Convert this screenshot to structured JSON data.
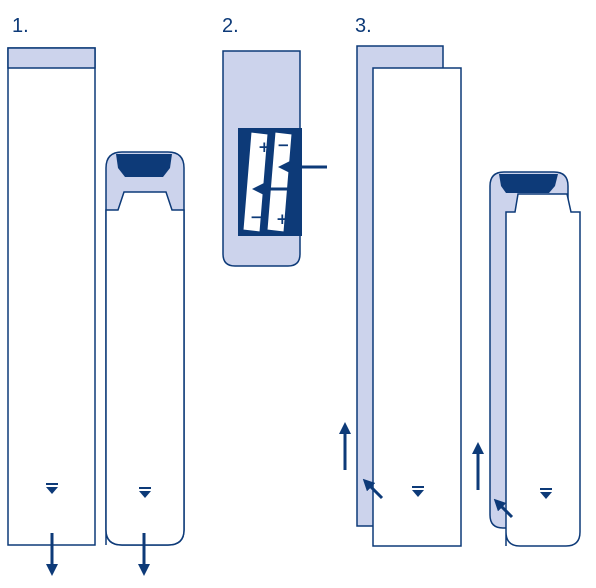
{
  "steps": [
    {
      "label": "1."
    },
    {
      "label": "2."
    },
    {
      "label": "3."
    }
  ],
  "colors": {
    "stroke": "#0d3a78",
    "panel_fill": "#ccd3ec",
    "dark_fill": "#0d3a78",
    "white": "#ffffff"
  },
  "icons": {
    "down_arrow": "arrow-down-icon",
    "up_arrow": "arrow-up-icon",
    "left_arrow": "arrow-left-icon",
    "diagonal_arrow": "arrow-up-left-icon",
    "release_marker": "triangle-down-icon",
    "battery": "battery-icon"
  },
  "battery_marks": {
    "plus": "+",
    "minus": "−"
  }
}
